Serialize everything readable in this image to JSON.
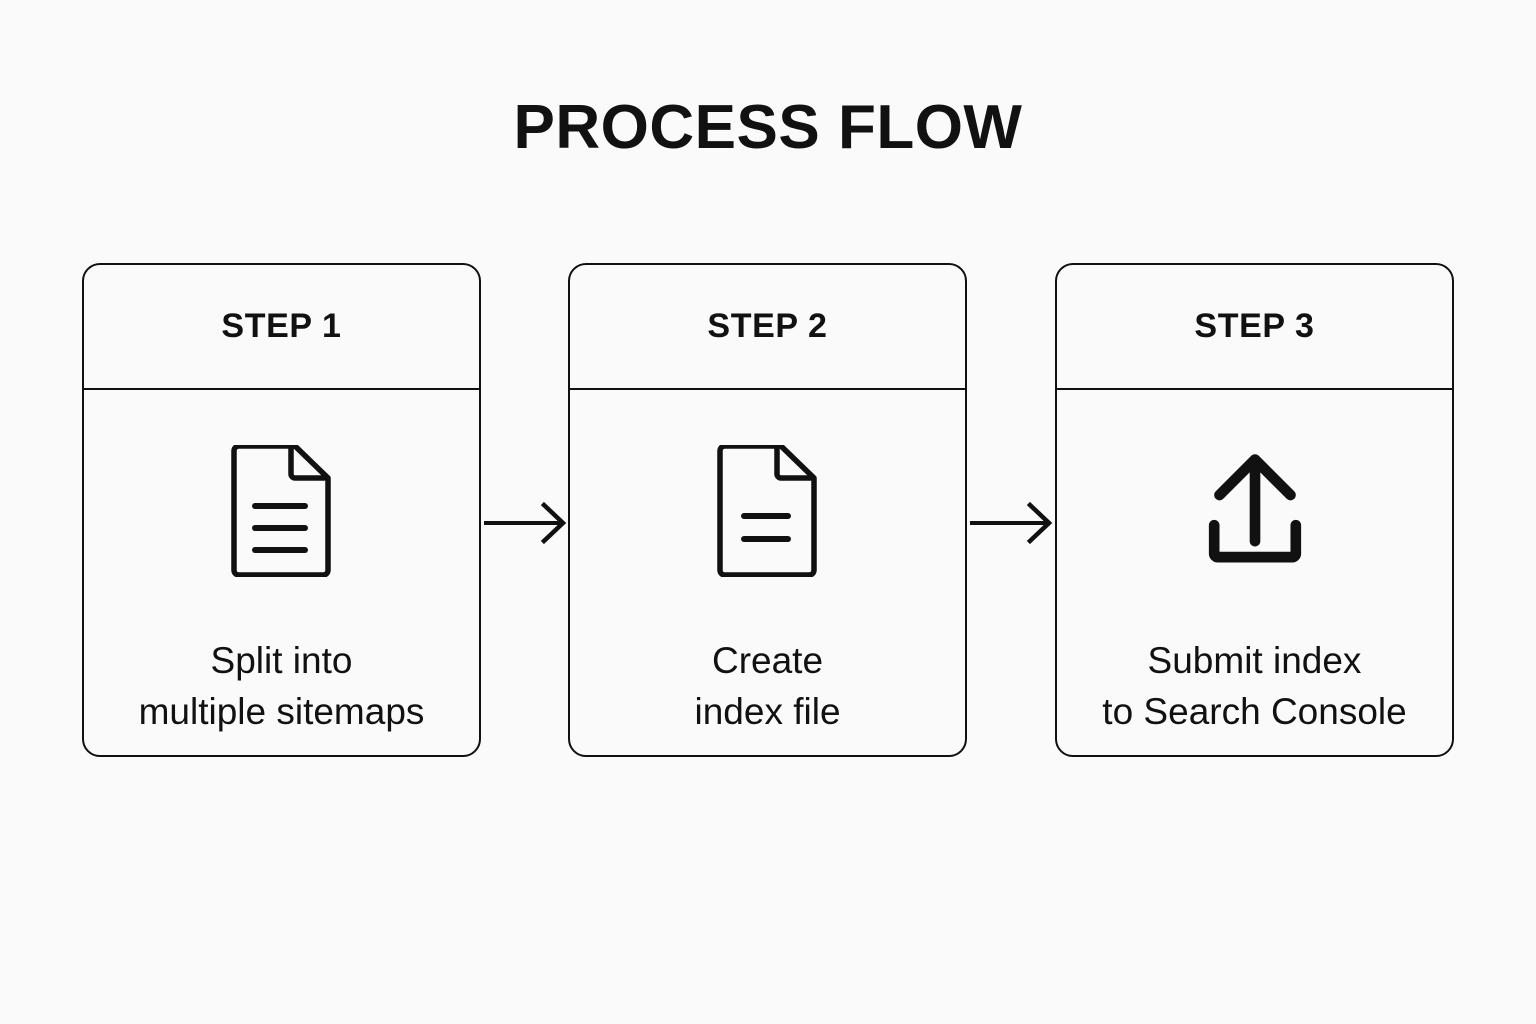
{
  "title": "PROCESS FLOW",
  "theme": {
    "background": "#FAFAFA",
    "ink": "#111111",
    "card_fill": "transparent",
    "stroke": "#111111"
  },
  "diagram": {
    "type": "process-flow",
    "orientation": "horizontal",
    "step_count": 3,
    "connector": "arrow-right",
    "steps": [
      {
        "header": "STEP 1",
        "icon": "document-lines-icon",
        "icon_detail": "page with folded top-right corner and three text lines",
        "caption_lines": [
          "Split into",
          "multiple sitemaps"
        ],
        "caption": "Split into multiple sitemaps"
      },
      {
        "header": "STEP 2",
        "icon": "document-lines-icon",
        "icon_detail": "page with folded top-right corner and two text lines",
        "caption_lines": [
          "Create",
          "index file"
        ],
        "caption": "Create index file"
      },
      {
        "header": "STEP 3",
        "icon": "upload-icon",
        "icon_detail": "upward arrow above an open tray",
        "caption_lines": [
          "Submit index",
          "to Search Console"
        ],
        "caption": "Submit index to Search Console"
      }
    ],
    "arrows": [
      {
        "from": "STEP 1",
        "to": "STEP 2",
        "label": ""
      },
      {
        "from": "STEP 2",
        "to": "STEP 3",
        "label": ""
      }
    ]
  }
}
